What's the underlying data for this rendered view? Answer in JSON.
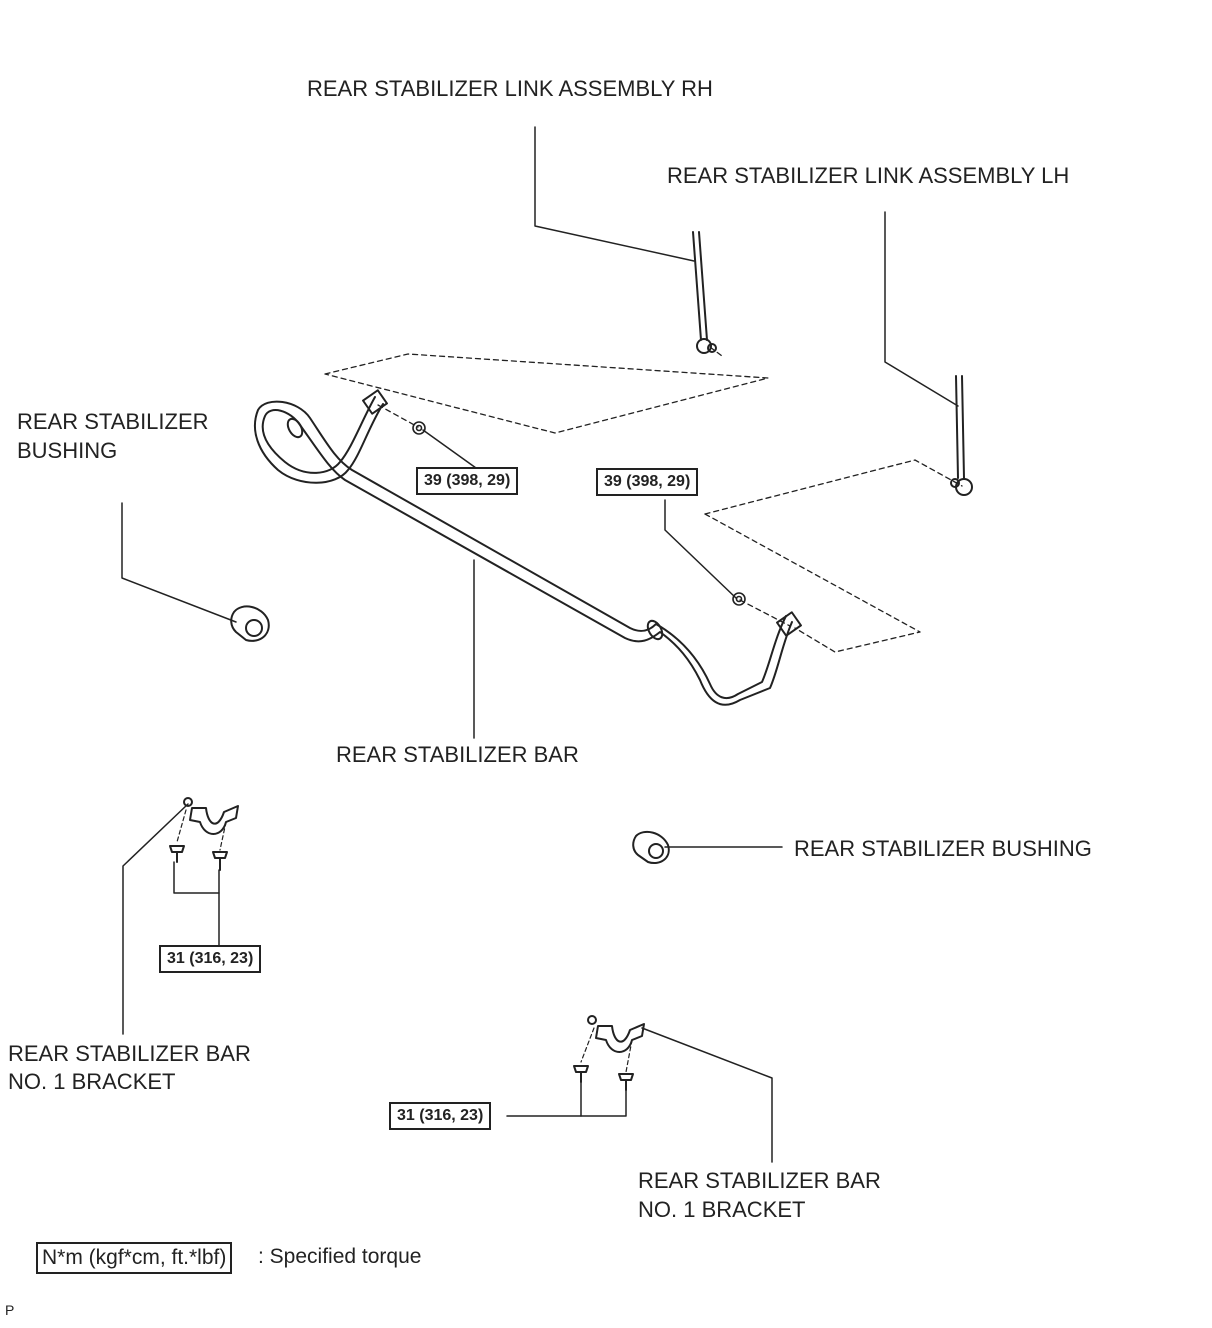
{
  "labels": {
    "link_rh": "REAR STABILIZER LINK ASSEMBLY RH",
    "link_lh": "REAR STABILIZER LINK ASSEMBLY LH",
    "bushing_left_line1": "REAR STABILIZER",
    "bushing_left_line2": "BUSHING",
    "bar": "REAR STABILIZER BAR",
    "bushing_right": "REAR STABILIZER BUSHING",
    "bracket_left_line1": "REAR STABILIZER BAR",
    "bracket_left_line2": "NO. 1 BRACKET",
    "bracket_right_line1": "REAR STABILIZER BAR",
    "bracket_right_line2": "NO. 1 BRACKET"
  },
  "torques": {
    "link_nut_rh": "39 (398, 29)",
    "link_nut_lh": "39 (398, 29)",
    "bracket_left": "31 (316, 23)",
    "bracket_right": "31 (316, 23)"
  },
  "legend": {
    "unit": "N*m (kgf*cm, ft.*lbf)",
    "meaning": ": Specified torque"
  },
  "corner_mark": "P",
  "colors": {
    "line": "#222222",
    "background": "#ffffff"
  }
}
